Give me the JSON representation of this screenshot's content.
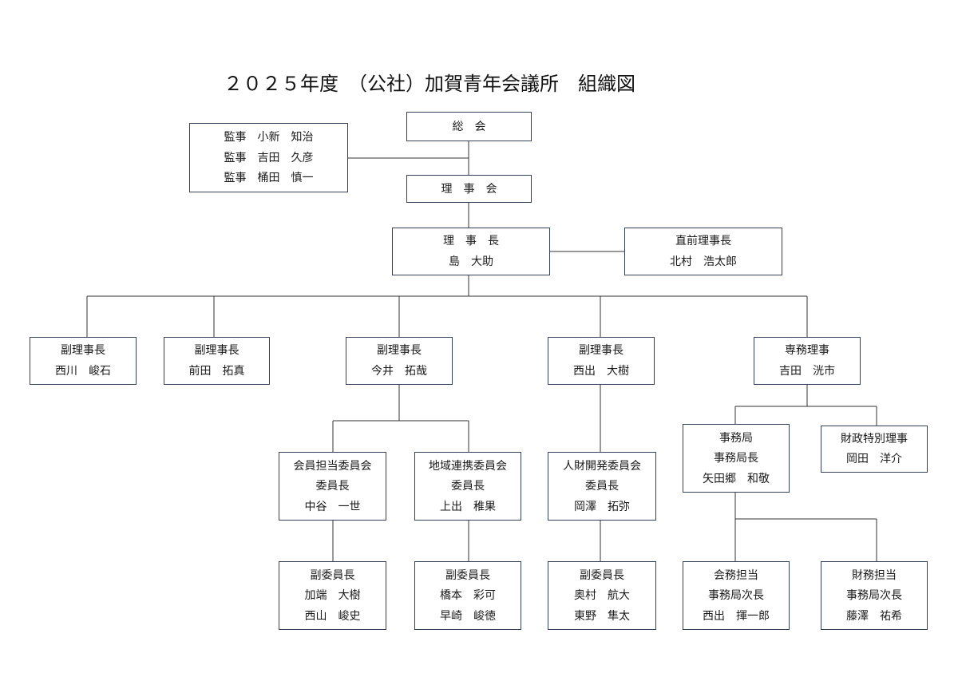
{
  "title": "２０２５年度　（公社）加賀青年会議所　組織図",
  "nodes": {
    "soukai": {
      "lines": [
        "総　会"
      ]
    },
    "kanji": {
      "lines": [
        "監事　小新　知治",
        "監事　吉田　久彦",
        "監事　桶田　慎一"
      ]
    },
    "rijikai": {
      "lines": [
        "理　事　会"
      ]
    },
    "rijicho": {
      "lines": [
        "理　事　長",
        "島　大助"
      ]
    },
    "chokuzen": {
      "lines": [
        "直前理事長",
        "北村　浩太郎"
      ]
    },
    "vp1": {
      "lines": [
        "副理事長",
        "西川　峻石"
      ]
    },
    "vp2": {
      "lines": [
        "副理事長",
        "前田　拓真"
      ]
    },
    "vp3": {
      "lines": [
        "副理事長",
        "今井　拓哉"
      ]
    },
    "vp4": {
      "lines": [
        "副理事長",
        "西出　大樹"
      ]
    },
    "senmu": {
      "lines": [
        "専務理事",
        "吉田　洸市"
      ]
    },
    "kaiin": {
      "lines": [
        "会員担当委員会",
        "委員長",
        "中谷　一世"
      ]
    },
    "chiiki": {
      "lines": [
        "地域連携委員会",
        "委員長",
        "上出　稚果"
      ]
    },
    "jinzai": {
      "lines": [
        "人財開発委員会",
        "委員長",
        "岡澤　拓弥"
      ]
    },
    "jimukyoku": {
      "lines": [
        "事務局",
        "事務局長",
        "矢田郷　和敬"
      ]
    },
    "zaisei": {
      "lines": [
        "財政特別理事",
        "岡田　洋介"
      ]
    },
    "kaiin_vc": {
      "lines": [
        "副委員長",
        "加端　大樹",
        "西山　峻史"
      ]
    },
    "chiiki_vc": {
      "lines": [
        "副委員長",
        "橋本　彩可",
        "早崎　峻徳"
      ]
    },
    "jinzai_vc": {
      "lines": [
        "副委員長",
        "奥村　航大",
        "東野　隼太"
      ]
    },
    "kaimu": {
      "lines": [
        "会務担当",
        "事務局次長",
        "西出　揮一郎"
      ]
    },
    "zaimu": {
      "lines": [
        "財務担当",
        "事務局次長",
        "藤澤　祐希"
      ]
    }
  },
  "colors": {
    "box_border": "#33415c",
    "line": "#333333"
  }
}
